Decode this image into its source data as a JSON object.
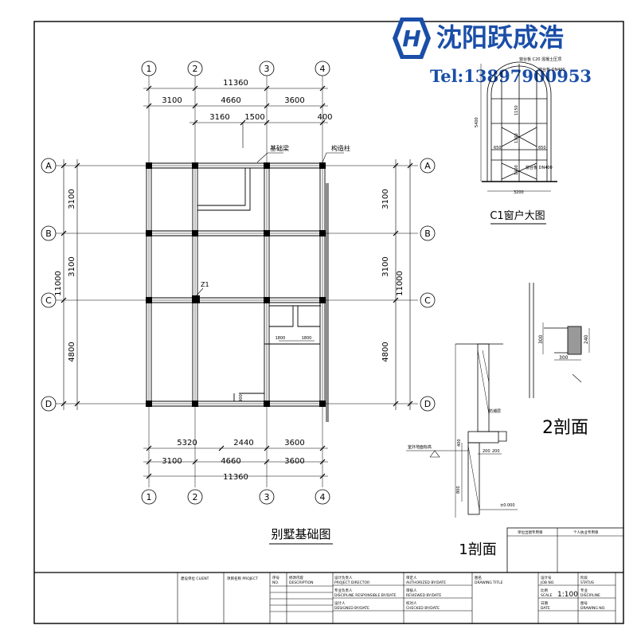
{
  "logo": {
    "company": "沈阳跃成浩",
    "tel": "Tel:13897900953"
  },
  "plan": {
    "title": "别墅基础图",
    "axes_num": [
      "1",
      "2",
      "3",
      "4"
    ],
    "axes_letter": [
      "A",
      "B",
      "C",
      "D"
    ],
    "dims_top_total": "11360",
    "dims_top_segments": [
      "3100",
      "4660",
      "3600"
    ],
    "dims_top_sub": [
      "3160",
      "1500",
      "400"
    ],
    "dims_bottom_sub": [
      "5320",
      "2440",
      "3600"
    ],
    "dims_bottom_segments": [
      "3100",
      "4660",
      "3600"
    ],
    "dims_bottom_total": "11360",
    "dims_left": [
      "3100",
      "3100",
      "4800"
    ],
    "dims_left_total": "11000",
    "dims_right": [
      "3100",
      "3100",
      "4800"
    ],
    "dims_right_total": "11000",
    "label_beam": "基础梁",
    "label_column": "构造柱",
    "label_z1": "Z1",
    "stair_dims": [
      "1800",
      "1800"
    ],
    "small_dim": "900"
  },
  "window": {
    "title": "C1窗户大图",
    "dims": [
      "3200",
      "5400",
      "1150",
      "1300",
      "1400",
      "650",
      "650"
    ],
    "notes": [
      "窗台板 C20 混凝土压顶",
      "窗台板 DN400",
      "窗台板 DN400"
    ]
  },
  "section2": {
    "title": "2剖面",
    "dims": [
      "300",
      "240",
      "300"
    ]
  },
  "section1": {
    "title": "1剖面",
    "dims": [
      "400",
      "800",
      "200",
      "200",
      "±0.000"
    ],
    "notes": [
      "防潮层",
      "室外地面标高"
    ]
  },
  "titleblock": {
    "top_labels": [
      "单位出图专用章",
      "个人执业专用章"
    ],
    "client": "建设单位\nCLIENT",
    "project": "项目名称\nPROJECT",
    "cols": [
      "序号",
      "修改内容",
      "设计负责人",
      "审定人",
      "图名",
      "设计号",
      "阶段"
    ],
    "col_en": [
      "NO.",
      "DESCRIPTION",
      "PROJECT DIRECTOR",
      "AUTHORIZED BY/DATE",
      "DRAWING TITLE",
      "JOB NO.",
      "STATUS"
    ],
    "rows": [
      "专业负责人",
      "审核人",
      "比例",
      "专业"
    ],
    "rows_en": [
      "DISCIPLINE RESPONSIBLE BY/DATE",
      "REVIEWED BY/DATE",
      "SCALE",
      "DISCIPLINE"
    ],
    "rows2": [
      "设计人",
      "校对人",
      "日期",
      "图号"
    ],
    "rows2_en": [
      "DESIGNED BY/DATE",
      "CHECKED BY/DATE",
      "DATE",
      "DRAWING NO."
    ],
    "scale": "1:100"
  }
}
